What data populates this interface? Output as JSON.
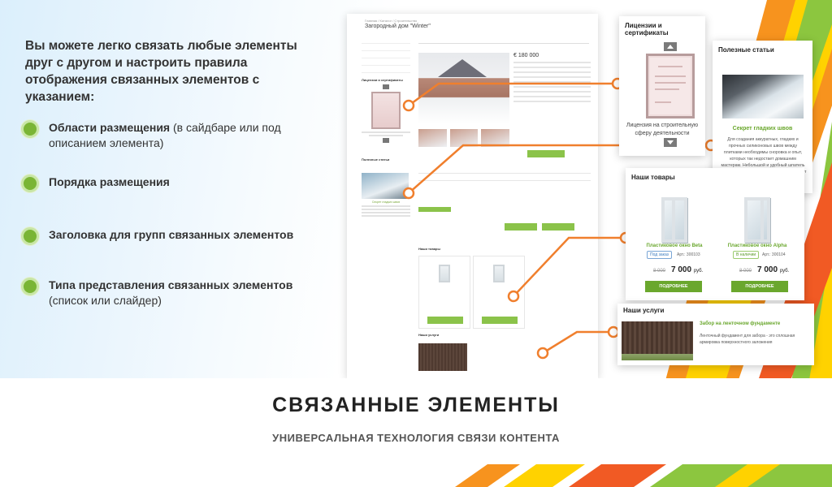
{
  "intro": "Вы можете легко связать любые элементы друг с другом и настроить правила отображения связанных элементов с указанием:",
  "features": [
    {
      "bold": "Области размещения",
      "rest": " (в сайдбаре или под описанием элемента)"
    },
    {
      "bold": "Порядка размещения",
      "rest": ""
    },
    {
      "bold": "Заголовка для групп связанных элементов",
      "rest": ""
    },
    {
      "bold": "Типа представления связанных элементов",
      "rest": " (список или слайдер)"
    }
  ],
  "screenshot": {
    "crumbs": "Главная / Каталог / Строительство",
    "title": "Загородный дом \"Winter\"",
    "price": "€ 180 000",
    "sidebar_licenses": "Лицензии и сертификаты",
    "sidebar_articles": "Полезные статьи",
    "sidebar_article_name": "Секрет гладких швов",
    "our_products": "Наши товары",
    "our_services": "Наши услуги"
  },
  "cards": {
    "licenses": {
      "title": "Лицензии и сертификаты",
      "caption": "Лицензия на строительную сферу деятельности"
    },
    "articles": {
      "title": "Полезные статьи",
      "article_name": "Секрет гладких швов",
      "article_text": "Для создания аккуратных, гладких и прочных силиконовых швов между плитками необходимы сноровка и опыт, которых так недостает домашним мастерам. Небольшой и удобный шпатель существенно облегчит работу и гарантирует хороший результат."
    },
    "products": {
      "title": "Наши товары",
      "items": [
        {
          "name": "Пластиковое окно Beta",
          "badge": "Под заказ",
          "article": "Арт.: 300103",
          "old_price": "8 000",
          "price": "7 000",
          "currency": "руб.",
          "button": "ПОДРОБНЕЕ"
        },
        {
          "name": "Пластиковое окно Alpha",
          "badge": "В наличии",
          "article": "Арт.: 300104",
          "old_price": "8 000",
          "price": "7 000",
          "currency": "руб.",
          "button": "ПОДРОБНЕЕ"
        }
      ]
    },
    "services": {
      "title": "Наши услуги",
      "service_name": "Забор на ленточном фундаменте",
      "service_text": "Ленточный фундамент для забора - это сплошная армировка поверхностного заложения"
    }
  },
  "footer": {
    "title": "СВЯЗАННЫЕ ЭЛЕМЕНТЫ",
    "subtitle": "УНИВЕРСАЛЬНАЯ ТЕХНОЛОГИЯ СВЯЗИ КОНТЕНТА"
  },
  "colors": {
    "accent_green": "#6aa72d",
    "connector_orange": "#f07f2d",
    "stripe_orange": "#f7931e",
    "stripe_yellow": "#ffd200",
    "stripe_green": "#8cc63f"
  }
}
